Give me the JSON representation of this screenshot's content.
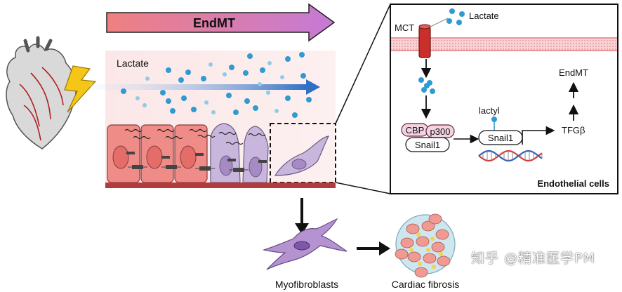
{
  "labels": {
    "endmt_arrow": "EndMT",
    "lactate_main": "Lactate",
    "lactate_inset": "Lactate",
    "mct": "MCT",
    "cbp": "CBP",
    "p300": "p300",
    "snail1_complex": "Snail1",
    "lactyl": "lactyl",
    "snail1_lactylated": "Snail1",
    "tgfb": "TFGβ",
    "endmt_inset": "EndMT",
    "inset_title": "Endothelial cells",
    "myofibroblasts": "Myofibroblasts",
    "cardiac_fibrosis": "Cardiac fibrosis"
  },
  "watermark": "知乎 @精准医学PM",
  "colors": {
    "arrow_start": "#ef8080",
    "arrow_end": "#c57ad8",
    "endothelial_cell": "#f08c88",
    "mesenchymal_cell": "#c9b6dc",
    "lactate_dot": "#2f9bd0",
    "membrane": "#e57a80",
    "mct_channel": "#c9302c",
    "basement": "#b43b3b"
  },
  "icons": [
    "heart-icon",
    "lightning-icon",
    "dna-icon",
    "myofibroblast-icon",
    "fibrotic-tissue-icon"
  ]
}
